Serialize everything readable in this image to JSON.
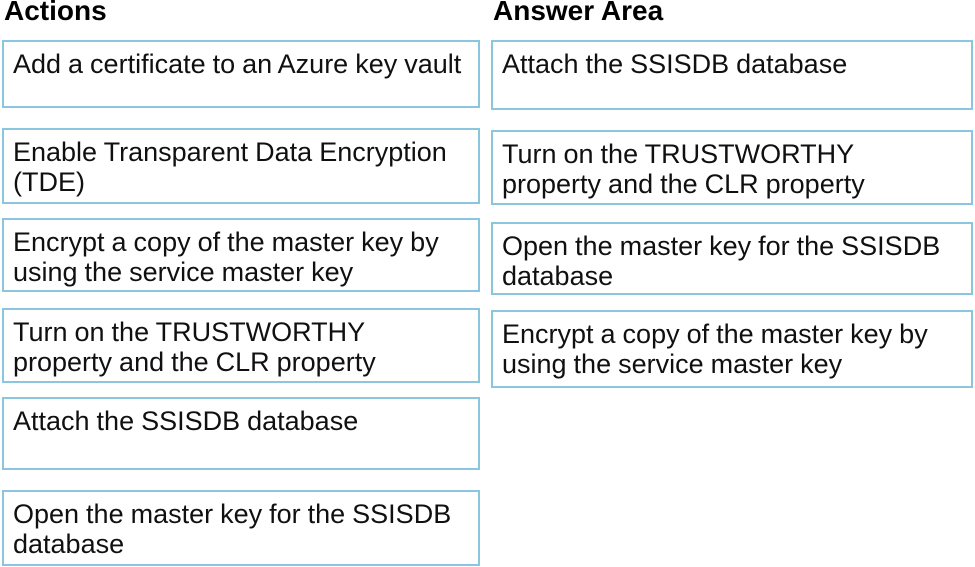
{
  "colors": {
    "box_border": "#8ac6dd",
    "box_background": "#ffffff",
    "text": "#101010",
    "heading_text": "#000000",
    "page_background": "#ffffff"
  },
  "columns": {
    "actions": {
      "heading": "Actions",
      "items": [
        "Add a certificate to an Azure key vault",
        "Enable Transparent Data Encryption (TDE)",
        "Encrypt a copy of the master key by using the service master key",
        "Turn on the TRUSTWORTHY property and the CLR property",
        "Attach the SSISDB database",
        "Open the master key for the SSISDB database"
      ]
    },
    "answer_area": {
      "heading": "Answer Area",
      "items": [
        "Attach the SSISDB database",
        "Turn on the TRUSTWORTHY property and the CLR property",
        "Open the master key for the SSISDB database",
        "Encrypt a copy of the master key by using the service master key"
      ]
    }
  }
}
